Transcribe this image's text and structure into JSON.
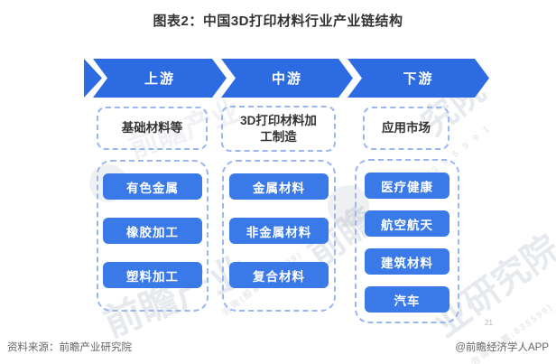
{
  "title": "图表2：中国3D打印材料行业产业链结构",
  "chain": {
    "stages": [
      {
        "label": "上游",
        "category": "基础材料等",
        "items": [
          "有色金属",
          "橡胶加工",
          "塑料加工"
        ]
      },
      {
        "label": "中游",
        "category": "3D打印材料加工制造",
        "items": [
          "金属材料",
          "非金属材料",
          "复合材料"
        ]
      },
      {
        "label": "下游",
        "category": "应用市场",
        "items": [
          "医疗健康",
          "航空航天",
          "建筑材料",
          "汽车"
        ]
      }
    ]
  },
  "footer": {
    "source": "资料来源：前瞻产业研究院",
    "credit": "@前瞻经济学人APP",
    "page_mark": "21"
  },
  "watermarks": [
    "究院",
    "( 8 3 9 5 9 9 1",
    "前瞻产业",
    "咨询(股票:839599)",
    "业研究院",
    "咨询(股票:839599)",
    "前瞻",
    "前瞻产业"
  ],
  "colors": {
    "banner_blue": "#2C6BE2",
    "button_blue": "#3A79E8",
    "dashed_border": "#9AB6F0",
    "title_text": "#333333",
    "footer_text": "#666666"
  }
}
